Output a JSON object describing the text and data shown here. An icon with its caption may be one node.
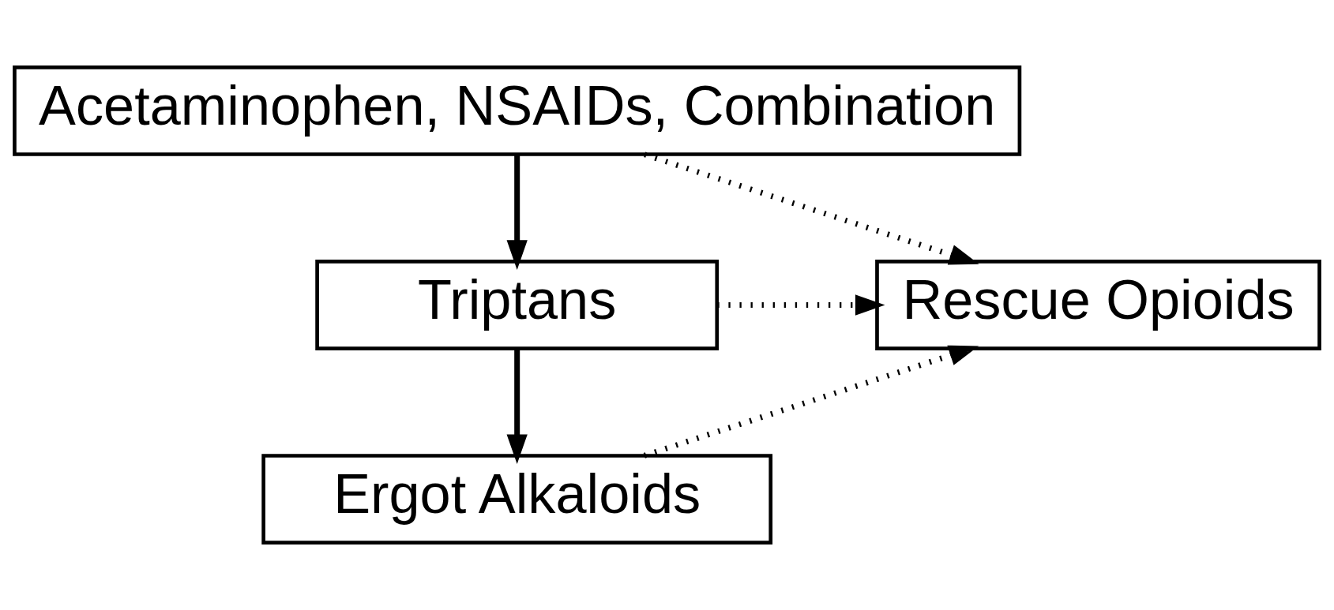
{
  "diagram": {
    "nodes": [
      {
        "text": [
          "Acetaminophen, NSAIDs, Combination"
        ]
      },
      {
        "text": [
          "Triptans"
        ]
      },
      {
        "text": [
          "Ergot Alkaloids"
        ]
      },
      {
        "text": [
          "Rescue Opioids"
        ]
      }
    ],
    "edges": [
      {
        "from": 0,
        "to": 1,
        "arrow": "to"
      },
      {
        "from": 1,
        "to": 2,
        "arrow": "to"
      },
      {
        "from": 0,
        "to": 3,
        "arrow": "to",
        "style": "dashed"
      },
      {
        "from": 1,
        "to": 3,
        "arrow": "to",
        "style": "dashed"
      },
      {
        "from": 2,
        "to": 3,
        "arrow": "to",
        "style": "dashed"
      }
    ]
  }
}
